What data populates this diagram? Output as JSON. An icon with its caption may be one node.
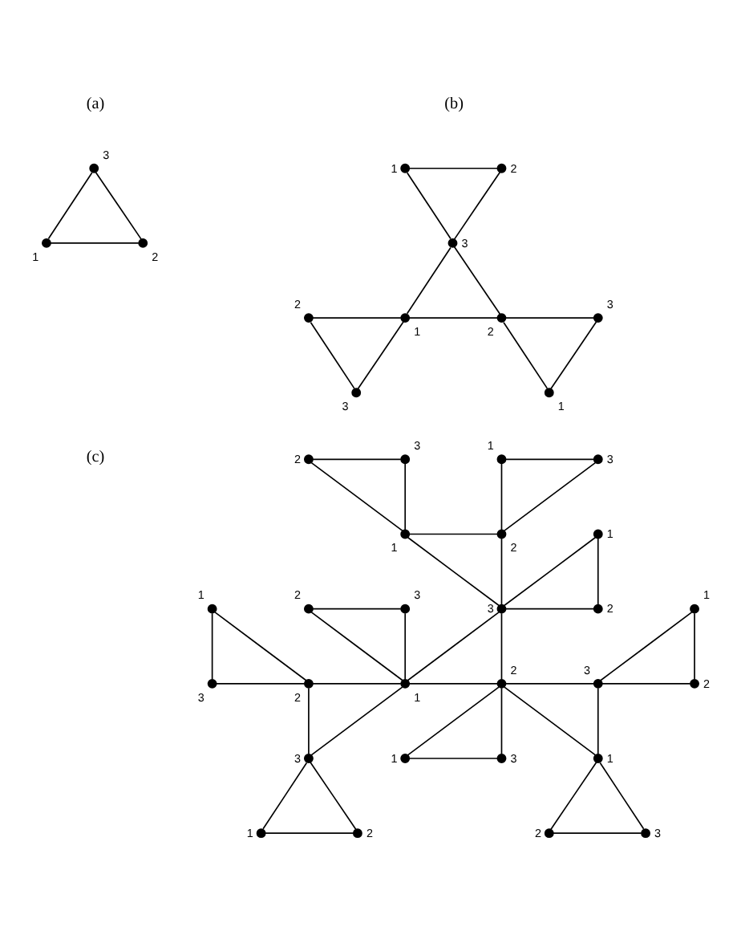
{
  "diagram": {
    "nodes": [
      {
        "text": [],
        "shape": "circle",
        "beside": [
          "3"
        ]
      },
      {
        "text": [],
        "shape": "circle",
        "beside": [
          "1"
        ]
      },
      {
        "text": [],
        "shape": "circle",
        "beside": [
          "2"
        ]
      },
      {
        "text": [],
        "shape": "circle",
        "beside": [
          "1"
        ]
      },
      {
        "text": [],
        "shape": "circle",
        "beside": [
          "2"
        ]
      },
      {
        "text": [],
        "shape": "circle",
        "beside": [
          "3"
        ]
      },
      {
        "text": [],
        "shape": "circle",
        "beside": [
          "2"
        ]
      },
      {
        "text": [],
        "shape": "circle",
        "beside": [
          "1"
        ]
      },
      {
        "text": [],
        "shape": "circle",
        "beside": [
          "2"
        ]
      },
      {
        "text": [],
        "shape": "circle",
        "beside": [
          "3"
        ]
      },
      {
        "text": [],
        "shape": "circle",
        "beside": [
          "3"
        ]
      },
      {
        "text": [],
        "shape": "circle",
        "beside": [
          "1"
        ]
      },
      {
        "text": [],
        "shape": "circle",
        "beside": [
          "2"
        ]
      },
      {
        "text": [],
        "shape": "circle",
        "beside": [
          "3"
        ]
      },
      {
        "text": [],
        "shape": "circle",
        "beside": [
          "1"
        ]
      },
      {
        "text": [],
        "shape": "circle",
        "beside": [
          "3"
        ]
      },
      {
        "text": [],
        "shape": "circle",
        "beside": [
          "1"
        ]
      },
      {
        "text": [],
        "shape": "circle",
        "beside": [
          "2"
        ]
      },
      {
        "text": [],
        "shape": "circle",
        "beside": [
          "1"
        ]
      },
      {
        "text": [],
        "shape": "circle",
        "beside": [
          "3"
        ]
      },
      {
        "text": [],
        "shape": "circle",
        "beside": [
          "1"
        ]
      },
      {
        "text": [],
        "shape": "circle",
        "beside": [
          "2"
        ]
      },
      {
        "text": [],
        "shape": "circle",
        "beside": [
          "3"
        ]
      },
      {
        "text": [],
        "shape": "circle",
        "beside": [
          "2"
        ]
      },
      {
        "text": [],
        "shape": "circle",
        "beside": [
          "1"
        ]
      },
      {
        "text": [],
        "shape": "circle",
        "beside": [
          "3"
        ]
      },
      {
        "text": [],
        "shape": "circle",
        "beside": [
          "2"
        ]
      },
      {
        "text": [],
        "shape": "circle",
        "beside": [
          "1"
        ]
      },
      {
        "text": [],
        "shape": "circle",
        "beside": [
          "2"
        ]
      },
      {
        "text": [],
        "shape": "circle",
        "beside": [
          "3"
        ]
      },
      {
        "text": [],
        "shape": "circle",
        "beside": [
          "2"
        ]
      },
      {
        "text": [],
        "shape": "circle",
        "beside": [
          "1"
        ]
      },
      {
        "text": [],
        "shape": "circle",
        "beside": [
          "3"
        ]
      },
      {
        "text": [],
        "shape": "circle",
        "beside": [
          "3"
        ]
      },
      {
        "text": [],
        "shape": "circle",
        "beside": [
          "1"
        ]
      },
      {
        "text": [],
        "shape": "circle",
        "beside": [
          "1"
        ]
      },
      {
        "text": [],
        "shape": "circle",
        "beside": [
          "2"
        ]
      },
      {
        "text": [],
        "shape": "circle",
        "beside": [
          "2"
        ]
      },
      {
        "text": [],
        "shape": "circle",
        "beside": [
          "3"
        ]
      }
    ],
    "edges": [
      {
        "from": 0,
        "to": 1,
        "arrow": "none"
      },
      {
        "from": 0,
        "to": 2,
        "arrow": "none"
      },
      {
        "from": 1,
        "to": 2,
        "arrow": "none"
      },
      {
        "from": 3,
        "to": 4,
        "arrow": "none"
      },
      {
        "from": 3,
        "to": 5,
        "arrow": "none"
      },
      {
        "from": 4,
        "to": 5,
        "arrow": "none"
      },
      {
        "from": 5,
        "to": 7,
        "arrow": "none"
      },
      {
        "from": 5,
        "to": 8,
        "arrow": "none"
      },
      {
        "from": 7,
        "to": 8,
        "arrow": "none"
      },
      {
        "from": 6,
        "to": 7,
        "arrow": "none"
      },
      {
        "from": 6,
        "to": 10,
        "arrow": "none"
      },
      {
        "from": 7,
        "to": 10,
        "arrow": "none"
      },
      {
        "from": 8,
        "to": 9,
        "arrow": "none"
      },
      {
        "from": 9,
        "to": 11,
        "arrow": "none"
      },
      {
        "from": 8,
        "to": 11,
        "arrow": "none"
      },
      {
        "from": 16,
        "to": 17,
        "arrow": "none"
      },
      {
        "from": 16,
        "to": 19,
        "arrow": "none"
      },
      {
        "from": 17,
        "to": 19,
        "arrow": "none"
      },
      {
        "from": 19,
        "to": 27,
        "arrow": "none"
      },
      {
        "from": 19,
        "to": 28,
        "arrow": "none"
      },
      {
        "from": 27,
        "to": 28,
        "arrow": "none"
      },
      {
        "from": 26,
        "to": 27,
        "arrow": "none"
      },
      {
        "from": 26,
        "to": 33,
        "arrow": "none"
      },
      {
        "from": 27,
        "to": 33,
        "arrow": "none"
      },
      {
        "from": 28,
        "to": 29,
        "arrow": "none"
      },
      {
        "from": 29,
        "to": 34,
        "arrow": "none"
      },
      {
        "from": 28,
        "to": 34,
        "arrow": "none"
      },
      {
        "from": 12,
        "to": 16,
        "arrow": "none"
      },
      {
        "from": 13,
        "to": 16,
        "arrow": "none"
      },
      {
        "from": 12,
        "to": 13,
        "arrow": "none"
      },
      {
        "from": 14,
        "to": 17,
        "arrow": "none"
      },
      {
        "from": 15,
        "to": 17,
        "arrow": "none"
      },
      {
        "from": 14,
        "to": 15,
        "arrow": "none"
      },
      {
        "from": 18,
        "to": 19,
        "arrow": "none"
      },
      {
        "from": 18,
        "to": 23,
        "arrow": "none"
      },
      {
        "from": 19,
        "to": 23,
        "arrow": "none"
      },
      {
        "from": 21,
        "to": 27,
        "arrow": "none"
      },
      {
        "from": 22,
        "to": 27,
        "arrow": "none"
      },
      {
        "from": 21,
        "to": 22,
        "arrow": "none"
      },
      {
        "from": 20,
        "to": 26,
        "arrow": "none"
      },
      {
        "from": 20,
        "to": 25,
        "arrow": "none"
      },
      {
        "from": 25,
        "to": 26,
        "arrow": "none"
      },
      {
        "from": 28,
        "to": 31,
        "arrow": "none"
      },
      {
        "from": 28,
        "to": 32,
        "arrow": "none"
      },
      {
        "from": 31,
        "to": 32,
        "arrow": "none"
      },
      {
        "from": 24,
        "to": 29,
        "arrow": "none"
      },
      {
        "from": 24,
        "to": 30,
        "arrow": "none"
      },
      {
        "from": 29,
        "to": 30,
        "arrow": "none"
      },
      {
        "from": 33,
        "to": 35,
        "arrow": "none"
      },
      {
        "from": 33,
        "to": 36,
        "arrow": "none"
      },
      {
        "from": 35,
        "to": 36,
        "arrow": "none"
      },
      {
        "from": 34,
        "to": 37,
        "arrow": "none"
      },
      {
        "from": 34,
        "to": 38,
        "arrow": "none"
      },
      {
        "from": 37,
        "to": 38,
        "arrow": "none"
      }
    ],
    "labels": [
      "(a)",
      "(b)",
      "(c)"
    ]
  }
}
